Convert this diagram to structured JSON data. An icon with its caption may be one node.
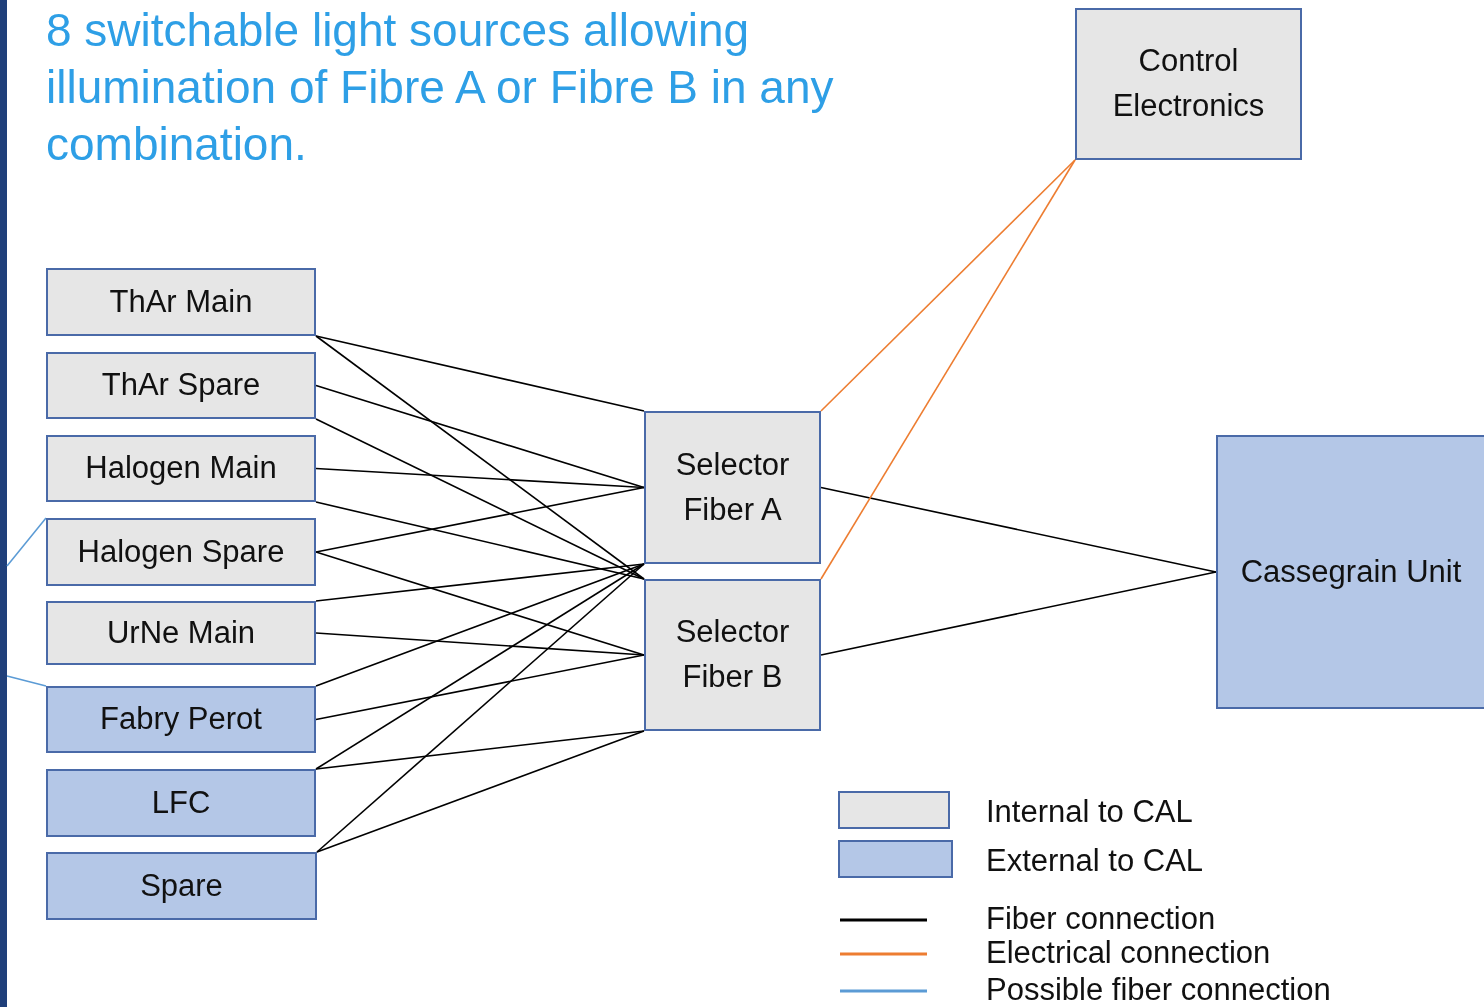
{
  "diagram": {
    "title": "8 switchable light sources allowing illumination of Fibre A or Fibre B in any combination.",
    "nodes": [
      {
        "text": [
          "ThAr Main"
        ]
      },
      {
        "text": [
          "ThAr Spare"
        ]
      },
      {
        "text": [
          "Halogen Main"
        ]
      },
      {
        "text": [
          "Halogen Spare"
        ]
      },
      {
        "text": [
          "UrNe Main"
        ]
      },
      {
        "text": [
          "Fabry Perot"
        ]
      },
      {
        "text": [
          "LFC"
        ]
      },
      {
        "text": [
          "Spare"
        ]
      },
      {
        "text": [
          "Selector Fiber A"
        ]
      },
      {
        "text": [
          "Selector Fiber B"
        ]
      },
      {
        "text": [
          "Cassegrain Unit"
        ]
      },
      {
        "text": [
          "Control Electronics"
        ]
      }
    ],
    "edges": [
      {
        "from": 0,
        "to": 8,
        "arrow": "none"
      },
      {
        "from": 0,
        "to": 9,
        "arrow": "none"
      },
      {
        "from": 1,
        "to": 8,
        "arrow": "none"
      },
      {
        "from": 1,
        "to": 9,
        "arrow": "none"
      },
      {
        "from": 2,
        "to": 8,
        "arrow": "none"
      },
      {
        "from": 2,
        "to": 9,
        "arrow": "none"
      },
      {
        "from": 3,
        "to": 8,
        "arrow": "none"
      },
      {
        "from": 3,
        "to": 9,
        "arrow": "none"
      },
      {
        "from": 4,
        "to": 8,
        "arrow": "none"
      },
      {
        "from": 4,
        "to": 9,
        "arrow": "none"
      },
      {
        "from": 5,
        "to": 8,
        "arrow": "none"
      },
      {
        "from": 5,
        "to": 9,
        "arrow": "none"
      },
      {
        "from": 6,
        "to": 8,
        "arrow": "none"
      },
      {
        "from": 6,
        "to": 9,
        "arrow": "none"
      },
      {
        "from": 7,
        "to": 8,
        "arrow": "none"
      },
      {
        "from": 7,
        "to": 9,
        "arrow": "none"
      },
      {
        "from": 8,
        "to": 10,
        "arrow": "none"
      },
      {
        "from": 9,
        "to": 10,
        "arrow": "none"
      },
      {
        "from": 11,
        "to": 8,
        "arrow": "none",
        "color": "#ed7d31"
      },
      {
        "from": 11,
        "to": 9,
        "arrow": "none",
        "color": "#ed7d31"
      },
      {
        "from": null,
        "to": 3,
        "arrow": "none",
        "color": "#5b9bd5"
      },
      {
        "from": null,
        "to": 5,
        "arrow": "none",
        "color": "#5b9bd5"
      }
    ],
    "legend": [
      {
        "text": "Internal to CAL",
        "color": "#e6e6e6"
      },
      {
        "text": "External to CAL",
        "color": "#b4c7e7"
      },
      {
        "text": "Fiber connection"
      },
      {
        "text": "Electrical connection"
      },
      {
        "text": "Possible fiber connection"
      }
    ]
  }
}
